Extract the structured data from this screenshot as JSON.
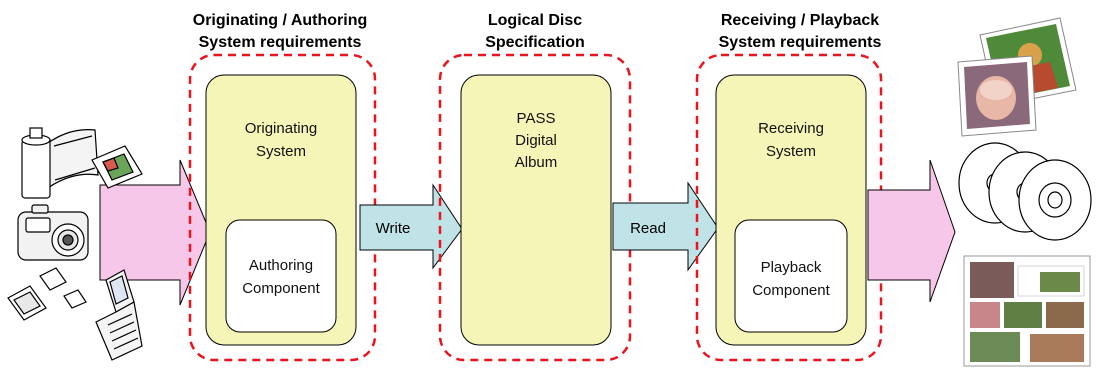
{
  "headings": {
    "originating_line1": "Originating / Authoring",
    "originating_line2": "System requirements",
    "logical_line1": "Logical Disc",
    "logical_line2": "Specification",
    "receiving_line1": "Receiving / Playback",
    "receiving_line2": "System requirements"
  },
  "boxes": {
    "originating_line1": "Originating",
    "originating_line2": "System",
    "authoring_line1": "Authoring",
    "authoring_line2": "Component",
    "pass_line1": "PASS",
    "pass_line2": "Digital",
    "pass_line3": "Album",
    "receiving_line1": "Receiving",
    "receiving_line2": "System",
    "playback_line1": "Playback",
    "playback_line2": "Component"
  },
  "arrows": {
    "write": "Write",
    "read": "Read"
  },
  "icons": {
    "inputs": [
      "film-roll-icon",
      "slide-icon",
      "camera-icon",
      "memory-card-icon",
      "mobile-phone-icon"
    ],
    "outputs": [
      "photo-prints-icon",
      "optical-discs-icon",
      "photo-album-page-icon"
    ]
  },
  "colors": {
    "box_fill": "#f5f5b8",
    "dashed_border": "#e8141e",
    "arrow_teal": "#bfe3e6",
    "arrow_pink": "#f7c7ea",
    "inner_box_fill": "#ffffff"
  }
}
